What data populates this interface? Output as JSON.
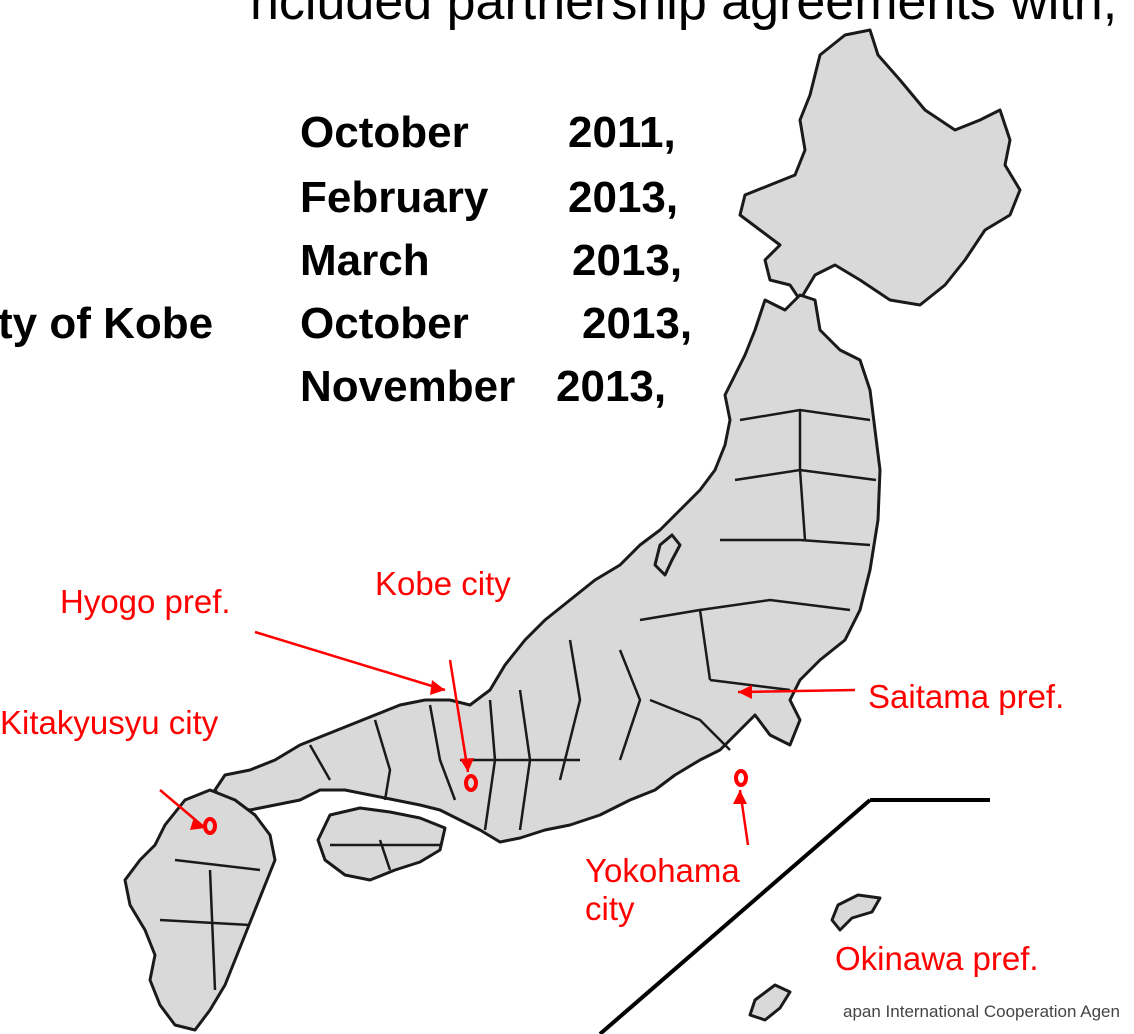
{
  "heading": "ncluded partnership agreements with,",
  "agreements": [
    {
      "month": "October",
      "year": "2011,"
    },
    {
      "month": "February",
      "year": "2013,"
    },
    {
      "month": "March",
      "year": "2013,"
    },
    {
      "month": "October",
      "year": "2013,"
    },
    {
      "month": "November",
      "year": "2013,"
    }
  ],
  "partner_fragment": "ty of Kobe",
  "labels": {
    "hyogo": "Hyogo pref.",
    "kobe": "Kobe city",
    "kitakyusyu": "Kitakyusyu city",
    "saitama": "Saitama pref.",
    "yokohama": "Yokohama city",
    "okinawa": "Okinawa pref."
  },
  "footer": "apan International Cooperation Agen",
  "colors": {
    "land": "#d9d9d9",
    "border": "#1a1a1a",
    "label": "#ff0000"
  }
}
